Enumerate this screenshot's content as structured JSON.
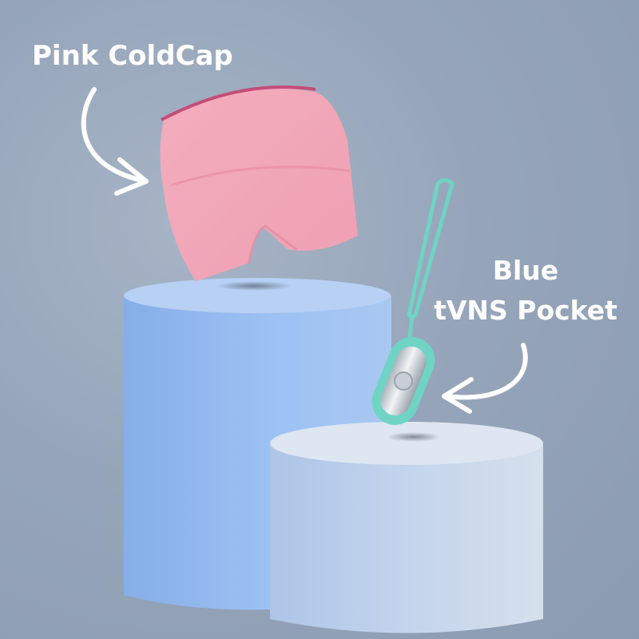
{
  "labels": {
    "cap": "Pink ColdCap",
    "device_line1": "Blue",
    "device_line2": "tVNS Pocket"
  },
  "colors": {
    "background": "#96a5ba",
    "cap_pink": "#f2a7b7",
    "tall_pedestal": "#8fb6ec",
    "short_pedestal": "#c9d6e8",
    "device_teal": "#6fd4c4",
    "device_silver": "#d5dbe2",
    "text": "#ffffff"
  },
  "icons": {
    "cap_arrow": "curved-arrow-icon",
    "device_arrow": "curved-arrow-icon"
  }
}
